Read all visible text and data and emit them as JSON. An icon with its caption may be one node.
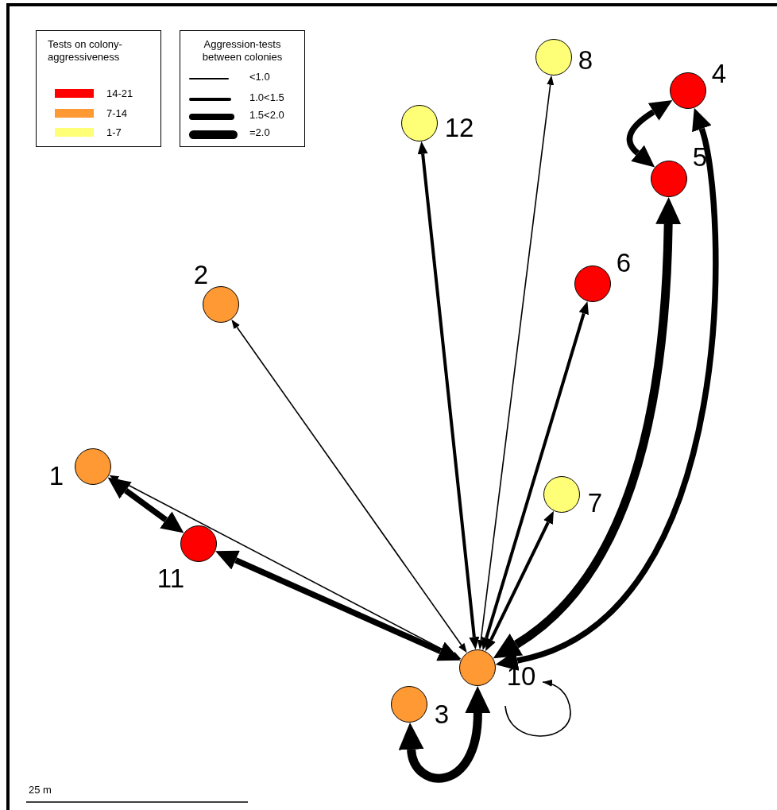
{
  "diagram": {
    "nodes": [
      {
        "text": [
          "1"
        ]
      },
      {
        "text": [
          "2"
        ]
      },
      {
        "text": [
          "3"
        ]
      },
      {
        "text": [
          "4"
        ]
      },
      {
        "text": [
          "5"
        ]
      },
      {
        "text": [
          "6"
        ]
      },
      {
        "text": [
          "7"
        ]
      },
      {
        "text": [
          "8"
        ]
      },
      {
        "text": [
          "10"
        ]
      },
      {
        "text": [
          "11"
        ]
      },
      {
        "text": [
          "12"
        ]
      }
    ],
    "edges": [
      {
        "from": 8,
        "to": 0,
        "arrow": "both"
      },
      {
        "from": 8,
        "to": 1,
        "arrow": "both"
      },
      {
        "from": 8,
        "to": 7,
        "arrow": "both"
      },
      {
        "from": 8,
        "to": 10,
        "arrow": "both"
      },
      {
        "from": 8,
        "to": 5,
        "arrow": "both"
      },
      {
        "from": 8,
        "to": 6,
        "arrow": "both"
      },
      {
        "from": 8,
        "to": 9,
        "arrow": "both",
        "style": "thick"
      },
      {
        "from": 9,
        "to": 0,
        "arrow": "both",
        "style": "thick"
      },
      {
        "from": 4,
        "to": 3,
        "arrow": "both",
        "style": "thick"
      },
      {
        "from": 8,
        "to": 3,
        "arrow": "both",
        "style": "thick"
      },
      {
        "from": 8,
        "to": 4,
        "arrow": "both",
        "style": "thick"
      },
      {
        "from": 2,
        "to": 8,
        "arrow": "both",
        "style": "thick"
      },
      {
        "from": 8,
        "to": 8,
        "arrow": "to"
      }
    ],
    "labels": [
      "Tests on colony-aggressiveness",
      "Aggression-tests between colonies",
      "25 m"
    ],
    "legend": [
      {
        "text": "14-21",
        "color": "#ff0000"
      },
      {
        "text": "7-14",
        "color": "#ff9933"
      },
      {
        "text": "1-7",
        "color": "#ffff77"
      },
      {
        "text": "<1.0"
      },
      {
        "text": "1.0<1.5"
      },
      {
        "text": "1.5<2.0"
      },
      {
        "text": "=2.0"
      }
    ]
  }
}
